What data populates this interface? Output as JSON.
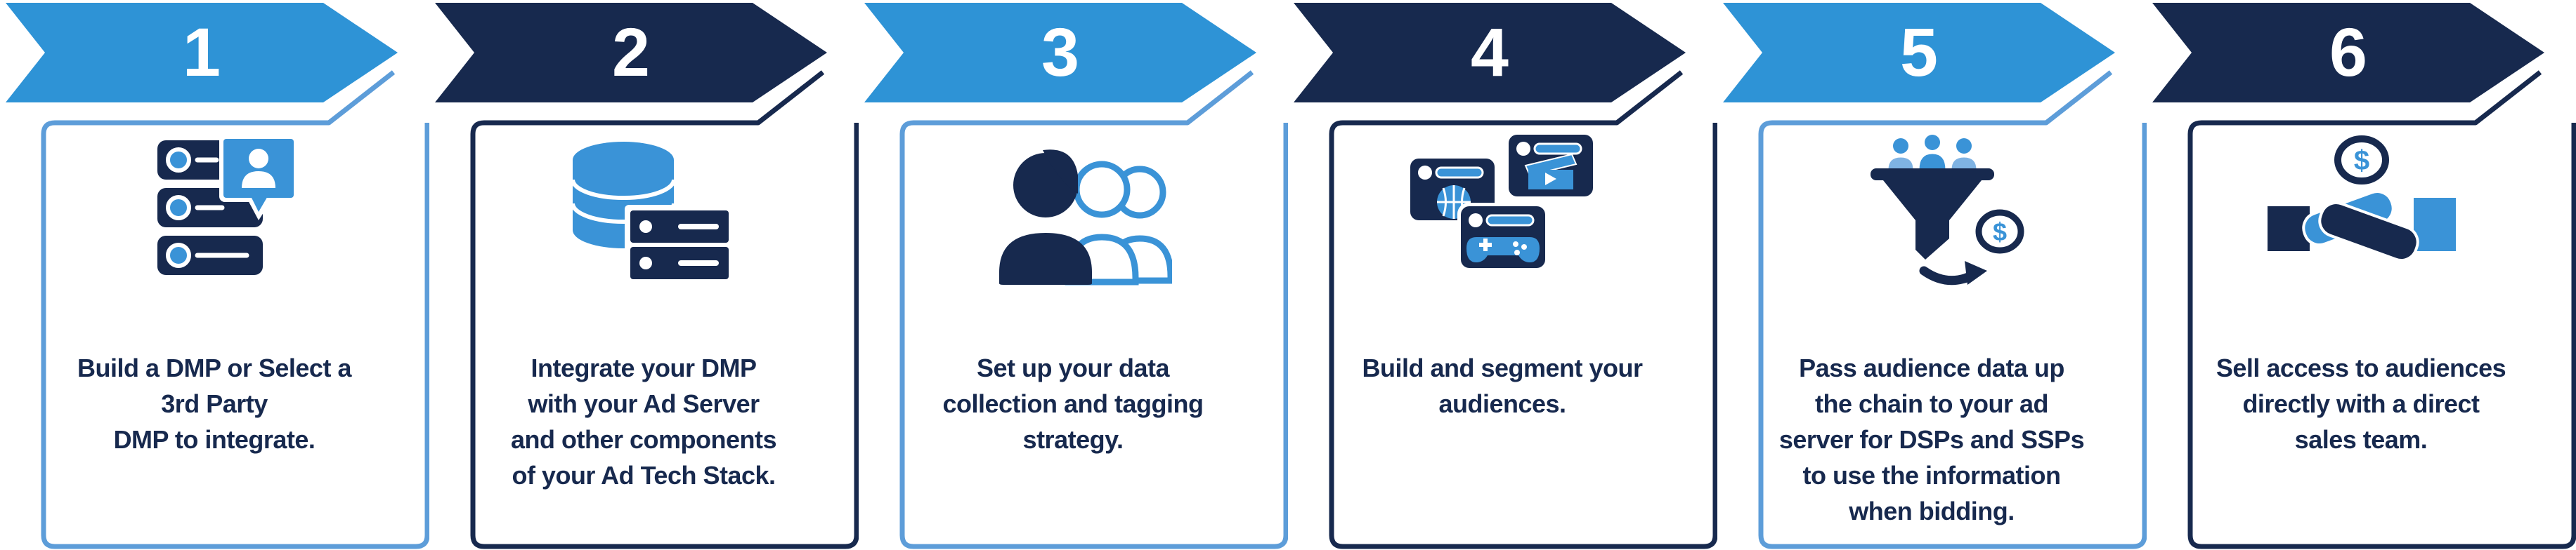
{
  "colors": {
    "blue": "#2E93D6",
    "navy": "#17294E",
    "blue_outline": "#5D9DD9",
    "icon_blue": "#3A93D7",
    "icon_light_blue": "#7FB3E3",
    "text": "#17294E",
    "number": "#FFFFFF",
    "background": "#FFFFFF"
  },
  "steps": [
    {
      "number": "1",
      "color": "blue",
      "icon": "dmp-server-user-icon",
      "lines": [
        "Build a DMP or Select a",
        "3rd Party",
        "DMP to integrate."
      ]
    },
    {
      "number": "2",
      "color": "navy",
      "icon": "database-ad-server-icon",
      "lines": [
        "Integrate your DMP",
        "with your Ad Server",
        "and other components",
        "of your Ad Tech Stack."
      ]
    },
    {
      "number": "3",
      "color": "blue",
      "icon": "audience-people-icon",
      "lines": [
        "Set up your data",
        "collection and tagging",
        "strategy."
      ]
    },
    {
      "number": "4",
      "color": "navy",
      "icon": "content-segment-cards-icon",
      "lines": [
        "Build and segment your",
        "audiences."
      ]
    },
    {
      "number": "5",
      "color": "blue",
      "icon": "audience-funnel-dollar-icon",
      "lines": [
        "Pass audience data up",
        "the chain to your ad",
        "server for DSPs and SSPs",
        "to use the information",
        "when bidding."
      ]
    },
    {
      "number": "6",
      "color": "navy",
      "icon": "handshake-dollar-icon",
      "lines": [
        "Sell access to audiences",
        "directly with a direct",
        "sales team."
      ]
    }
  ]
}
